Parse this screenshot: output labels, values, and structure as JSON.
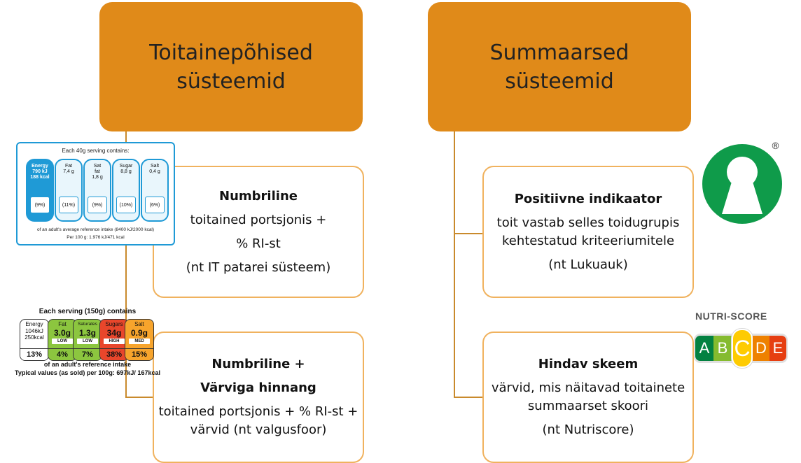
{
  "headers": {
    "left": [
      "Toitainepõhised",
      "süsteemid"
    ],
    "right": [
      "Summaarsed",
      "süsteemid"
    ]
  },
  "cards": {
    "numeric": {
      "title": "Numbriline",
      "lines": [
        "toitained portsjonis +",
        "% RI-st",
        "(nt IT patarei süsteem)"
      ]
    },
    "numeric_color": {
      "title1": "Numbriline +",
      "title2": "Värviga hinnang",
      "lines": [
        "toitained portsjonis + % RI-st +",
        "värvid (nt valgusfoor)"
      ]
    },
    "positive": {
      "title": "Positiivne indikaator",
      "lines": [
        "toit vastab selles toidugrupis",
        "kehtestatud kriteeriumitele",
        "(nt Lukuauk)"
      ]
    },
    "grading": {
      "title": "Hindav skeem",
      "lines": [
        "värvid, mis näitavad toitainete",
        "summaarset skoori",
        "(nt Nutriscore)"
      ]
    }
  },
  "gda_label": {
    "top": "Each 40g serving contains:",
    "cells": [
      {
        "name": [
          "Energy",
          "790 kJ",
          "188 kcal"
        ],
        "pct": "(9%)"
      },
      {
        "name": [
          "Fat",
          "7,4 g"
        ],
        "pct": "(11%)"
      },
      {
        "name": [
          "Sat",
          "fat",
          "1,8 g"
        ],
        "pct": "(9%)"
      },
      {
        "name": [
          "Sugar",
          "8,8 g"
        ],
        "pct": "(10%)"
      },
      {
        "name": [
          "Salt",
          "0,4 g"
        ],
        "pct": "(6%)"
      }
    ],
    "bottom1": "of an adult's average reference intake (8400 kJ/2000 kcal)",
    "bottom2": "Per 100 g: 1.976 kJ/471 kcal"
  },
  "traffic_label": {
    "top": "Each serving (150g) contains",
    "cells": [
      {
        "name": "Energy",
        "val": "1046kJ 250kcal",
        "level": "",
        "pct": "13%",
        "color": "#ffffff"
      },
      {
        "name": "Fat",
        "val": "3.0g",
        "level": "LOW",
        "pct": "4%",
        "color": "#8cc63f"
      },
      {
        "name": "Saturates",
        "val": "1.3g",
        "level": "LOW",
        "pct": "7%",
        "color": "#8cc63f"
      },
      {
        "name": "Sugars",
        "val": "34g",
        "level": "HIGH",
        "pct": "38%",
        "color": "#e8462b"
      },
      {
        "name": "Salt",
        "val": "0.9g",
        "level": "MED",
        "pct": "15%",
        "color": "#f7a42c"
      }
    ],
    "bottom1": "of an adult's reference intake",
    "bottom2": "Typical values (as sold) per 100g: 697kJ/ 167kcal"
  },
  "keyhole": {
    "registered": "®",
    "color": "#0f9b4a"
  },
  "nutriscore": {
    "title": "NUTRI-SCORE",
    "letters": [
      "A",
      "B",
      "C",
      "D",
      "E"
    ],
    "colors": [
      "#038141",
      "#85bb2f",
      "#fecb02",
      "#ee8100",
      "#e63e11"
    ],
    "selected": "C"
  },
  "colors": {
    "header": "#e08a19",
    "card_border": "#f0b25e",
    "connector": "#c98a2c"
  }
}
